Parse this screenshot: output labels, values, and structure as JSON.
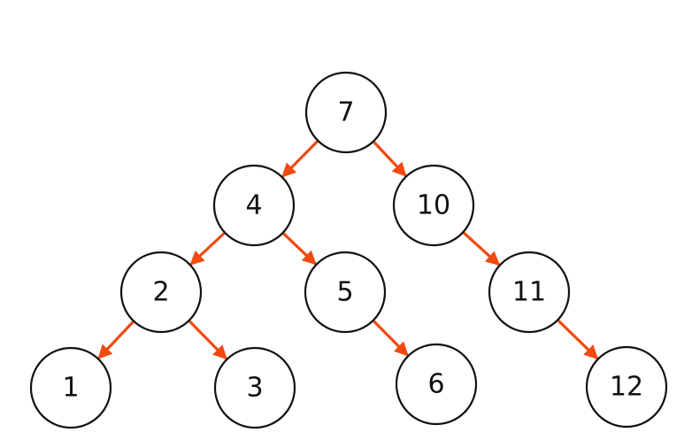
{
  "diagram": {
    "type": "binary-search-tree",
    "colors": {
      "edge": "#f04a0f",
      "node_stroke": "#111111",
      "node_fill": "#ffffff",
      "text": "#111111"
    },
    "nodes": [
      {
        "id": "n7",
        "label": "7"
      },
      {
        "id": "n4",
        "label": "4"
      },
      {
        "id": "n10",
        "label": "10"
      },
      {
        "id": "n2",
        "label": "2"
      },
      {
        "id": "n5",
        "label": "5"
      },
      {
        "id": "n11",
        "label": "11"
      },
      {
        "id": "n1",
        "label": "1"
      },
      {
        "id": "n3",
        "label": "3"
      },
      {
        "id": "n6",
        "label": "6"
      },
      {
        "id": "n12",
        "label": "12"
      }
    ],
    "edges": [
      {
        "from": "n7",
        "to": "n4"
      },
      {
        "from": "n7",
        "to": "n10"
      },
      {
        "from": "n4",
        "to": "n2"
      },
      {
        "from": "n4",
        "to": "n5"
      },
      {
        "from": "n10",
        "to": "n11"
      },
      {
        "from": "n2",
        "to": "n1"
      },
      {
        "from": "n2",
        "to": "n3"
      },
      {
        "from": "n5",
        "to": "n6"
      },
      {
        "from": "n11",
        "to": "n12"
      }
    ]
  }
}
